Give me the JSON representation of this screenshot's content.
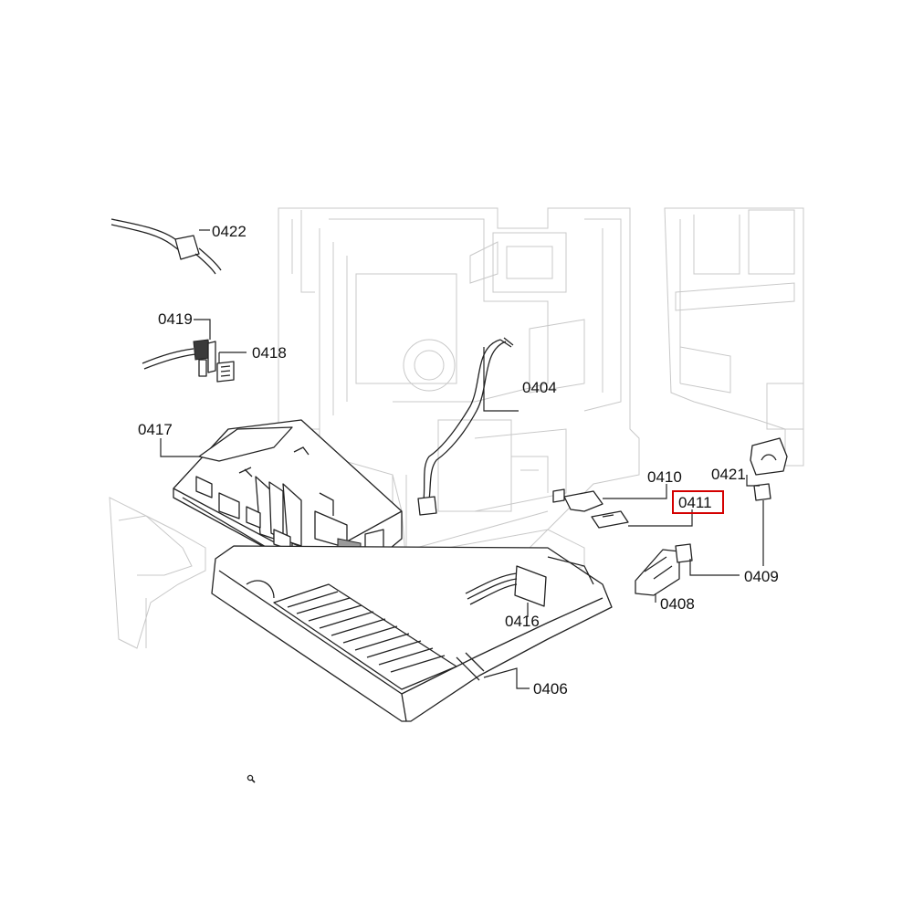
{
  "labels": {
    "p0404": "0404",
    "p0406": "0406",
    "p0408": "0408",
    "p0409": "0409",
    "p0410": "0410",
    "p0411": "0411",
    "p0416": "0416",
    "p0417": "0417",
    "p0418": "0418",
    "p0419": "0419",
    "p0421": "0421",
    "p0422": "0422"
  },
  "highlight": {
    "part": "0411",
    "color": "#d40000"
  },
  "icons": {
    "zoom": "magnifier-icon"
  }
}
